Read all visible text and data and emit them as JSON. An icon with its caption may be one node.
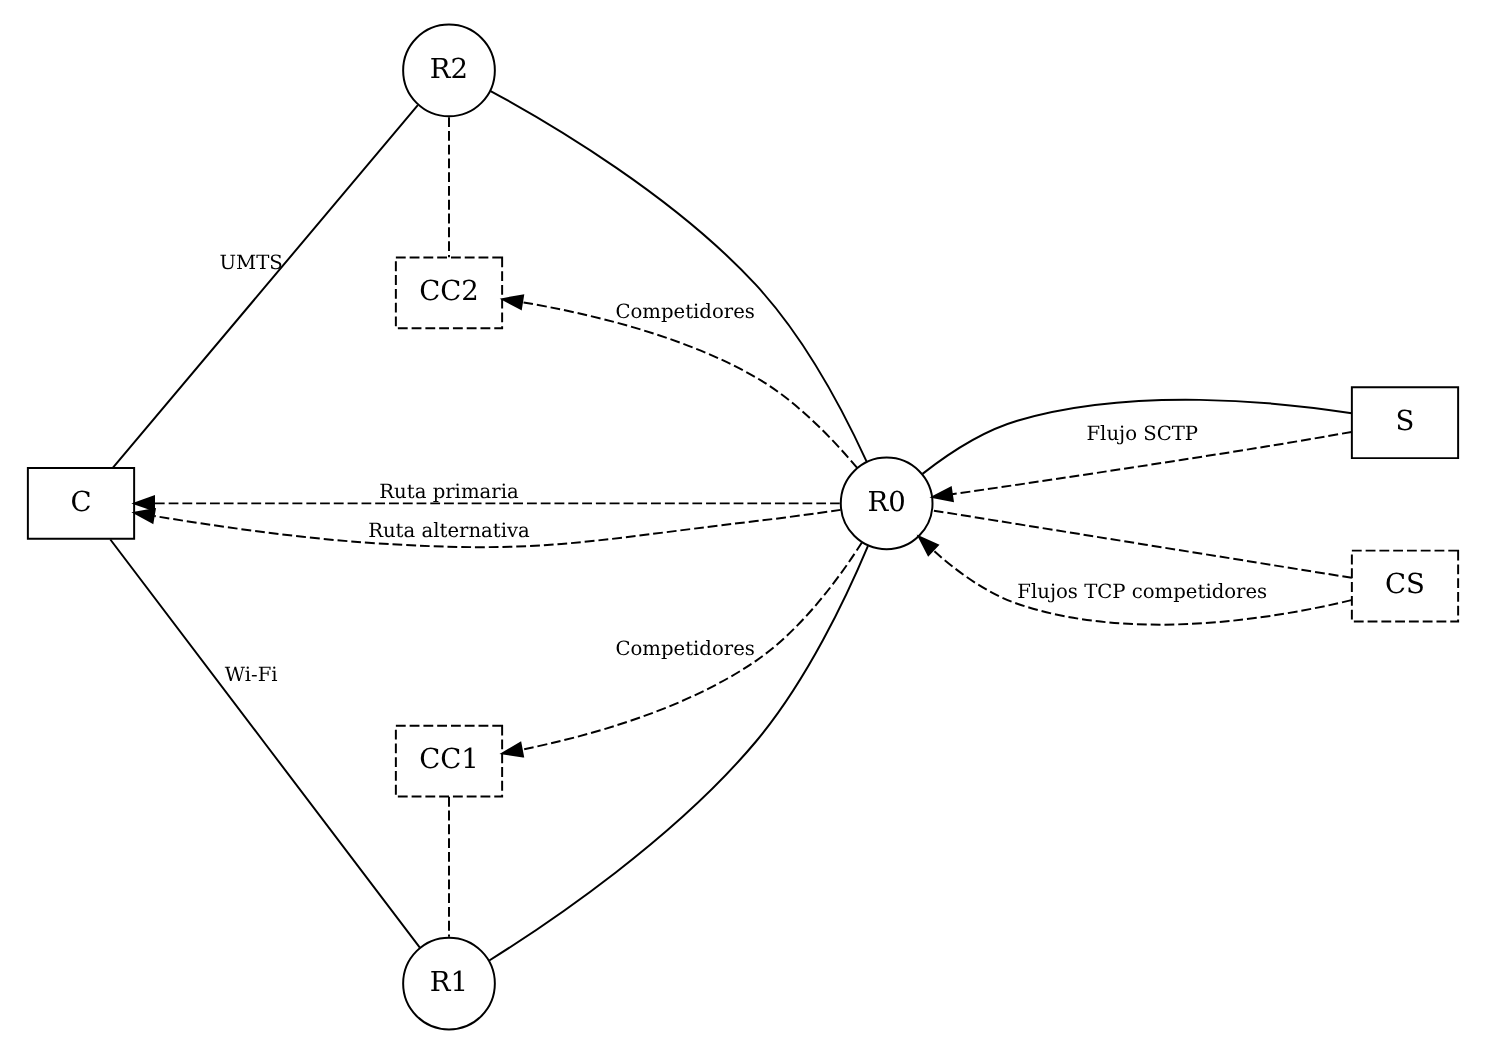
{
  "diagram": {
    "nodes": [
      {
        "text": [
          "C"
        ]
      },
      {
        "text": [
          "R1"
        ]
      },
      {
        "text": [
          "R2"
        ]
      },
      {
        "text": [
          "R0"
        ]
      },
      {
        "text": [
          "S"
        ]
      },
      {
        "text": [
          "CC1"
        ]
      },
      {
        "text": [
          "CC2"
        ]
      },
      {
        "text": [
          "CS"
        ]
      }
    ],
    "edges": [
      {
        "from": 0,
        "to": 1,
        "arrow": "none",
        "label": "Wi-Fi"
      },
      {
        "from": 0,
        "to": 2,
        "arrow": "none",
        "label": "UMTS"
      },
      {
        "from": 1,
        "to": 3,
        "arrow": "none"
      },
      {
        "from": 2,
        "to": 3,
        "arrow": "none"
      },
      {
        "from": 3,
        "to": 4,
        "arrow": "none"
      },
      {
        "from": 5,
        "to": 1,
        "arrow": "none",
        "style": "dashed"
      },
      {
        "from": 2,
        "to": 6,
        "arrow": "none",
        "style": "dashed"
      },
      {
        "from": 7,
        "to": 3,
        "arrow": "none",
        "style": "dashed"
      },
      {
        "from": 3,
        "to": 0,
        "arrow": "to",
        "label": "Ruta primaria",
        "style": "dashed"
      },
      {
        "from": 3,
        "to": 0,
        "arrow": "to",
        "label": "Ruta alternativa",
        "style": "dashed"
      },
      {
        "from": 3,
        "to": 5,
        "arrow": "to",
        "label": "Competidores",
        "style": "dashed"
      },
      {
        "from": 3,
        "to": 6,
        "arrow": "to",
        "label": "Competidores",
        "style": "dashed"
      },
      {
        "from": 4,
        "to": 3,
        "arrow": "to",
        "label": "Flujo SCTP",
        "style": "dashed"
      },
      {
        "from": 7,
        "to": 3,
        "arrow": "to",
        "label": "Flujos TCP competidores",
        "style": "dashed"
      }
    ]
  }
}
